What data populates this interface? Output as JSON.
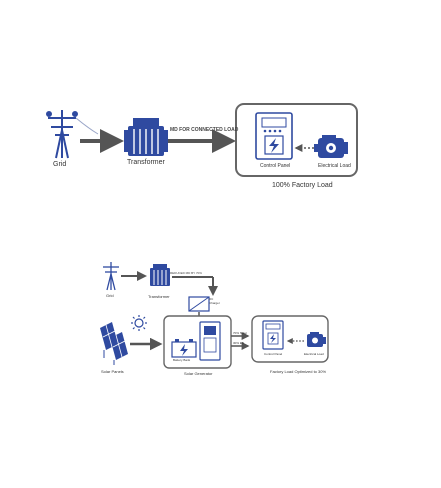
{
  "diagram1": {
    "grid_label": "Grid",
    "transformer_label": "Transformer",
    "line_label": "MD FOR CONNECTED LOAD",
    "control_panel_label": "Control Panel",
    "load_label": "Electrical Load",
    "caption": "100% Factory Load"
  },
  "diagram2": {
    "grid_label": "Grid",
    "transformer_label": "Transformer",
    "line_label": "REDUCED MD BY 70%",
    "dc_charger_label": "DC Charger",
    "battery_label": "Battery Bank",
    "solar_generator_label": "Solar Generator",
    "solar_panels_label": "Solar Panels",
    "tag_solar": "70% Solar",
    "tag_grid": "30% EB",
    "control_panel_label": "Control Panel",
    "load_label": "Electrical Load",
    "caption": "Factory Load Optimized to 30%"
  },
  "colors": {
    "icon_blue": "#2f4aa0",
    "dark_arrow": "#555555",
    "box_border": "#666666"
  }
}
